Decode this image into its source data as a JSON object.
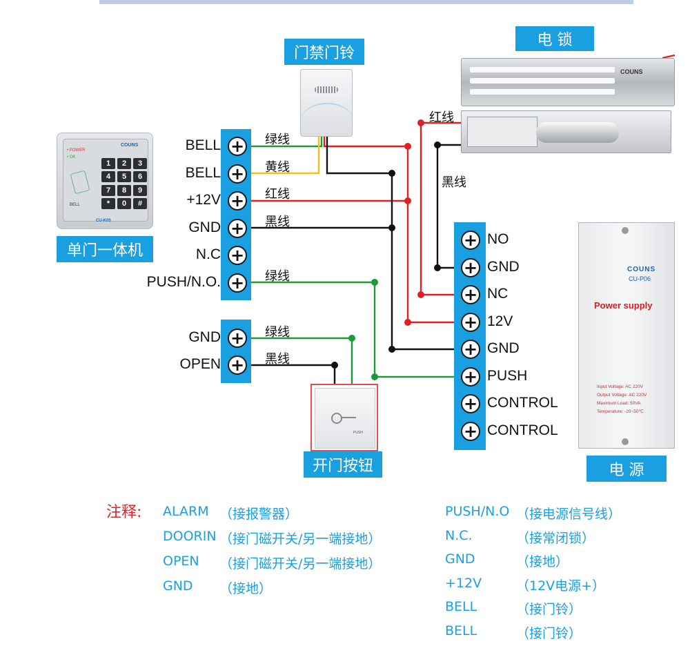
{
  "devices": {
    "reader_label": "单门一体机",
    "bell_label": "门禁门铃",
    "lock_label": "电 锁",
    "button_label": "开门按钮",
    "power_label": "电 源",
    "reader_brand": "COUNS",
    "reader_model": "CU-K05",
    "reader_power": "• POWER",
    "reader_ok": "• OK",
    "reader_bell": "BELL",
    "reader_keys": [
      "1",
      "2",
      "3",
      "4",
      "5",
      "6",
      "7",
      "8",
      "9",
      "*",
      "0",
      "#"
    ],
    "lock_brand": "COUNS",
    "button_text": "PUSH",
    "psu_brand": "COUNS",
    "psu_model": "CU-P06",
    "psu_title": "Power supply",
    "psu_specs": [
      "Input Voltage: AC 220V",
      "Output Voltage: AC 220V",
      "Maximum Load: 50VA",
      "Temperature: -20~50℃"
    ]
  },
  "reader_terminals": [
    "BELL",
    "BELL",
    "+12V",
    "GND",
    "N.C",
    "PUSH/N.O."
  ],
  "button_terminals": [
    "GND",
    "OPEN"
  ],
  "power_terminals": [
    "NO",
    "GND",
    "NC",
    "12V",
    "GND",
    "PUSH",
    "CONTROL",
    "CONTROL"
  ],
  "wire_labels": {
    "bell1": "绿线",
    "bell2": "黄线",
    "v12": "红线",
    "gnd": "黑线",
    "push": "绿线",
    "btn_gnd": "绿线",
    "btn_open": "黑线",
    "lock_red": "红线",
    "lock_black": "黑线"
  },
  "colors": {
    "accent": "#1a9fe0",
    "red_wire": "#e02020",
    "black_wire": "#111111",
    "green_wire": "#1a9a3a",
    "yellow_wire": "#f0c020"
  },
  "notes": {
    "title": "注释:",
    "left": [
      {
        "term": "ALARM",
        "desc": "（接报警器）"
      },
      {
        "term": "DOORIN",
        "desc": "（接门磁开关/另一端接地）"
      },
      {
        "term": "OPEN",
        "desc": "（接门磁开关/另一端接地）"
      },
      {
        "term": "GND",
        "desc": "（接地）"
      }
    ],
    "right": [
      {
        "term": "PUSH/N.O",
        "desc": "（接电源信号线）"
      },
      {
        "term": "N.C.",
        "desc": "（接常闭锁）"
      },
      {
        "term": "GND",
        "desc": "（接地）"
      },
      {
        "term": "+12V",
        "desc": "（12V电源+）"
      },
      {
        "term": "BELL",
        "desc": "（接门铃）"
      },
      {
        "term": "BELL",
        "desc": "（接门铃）"
      }
    ]
  }
}
